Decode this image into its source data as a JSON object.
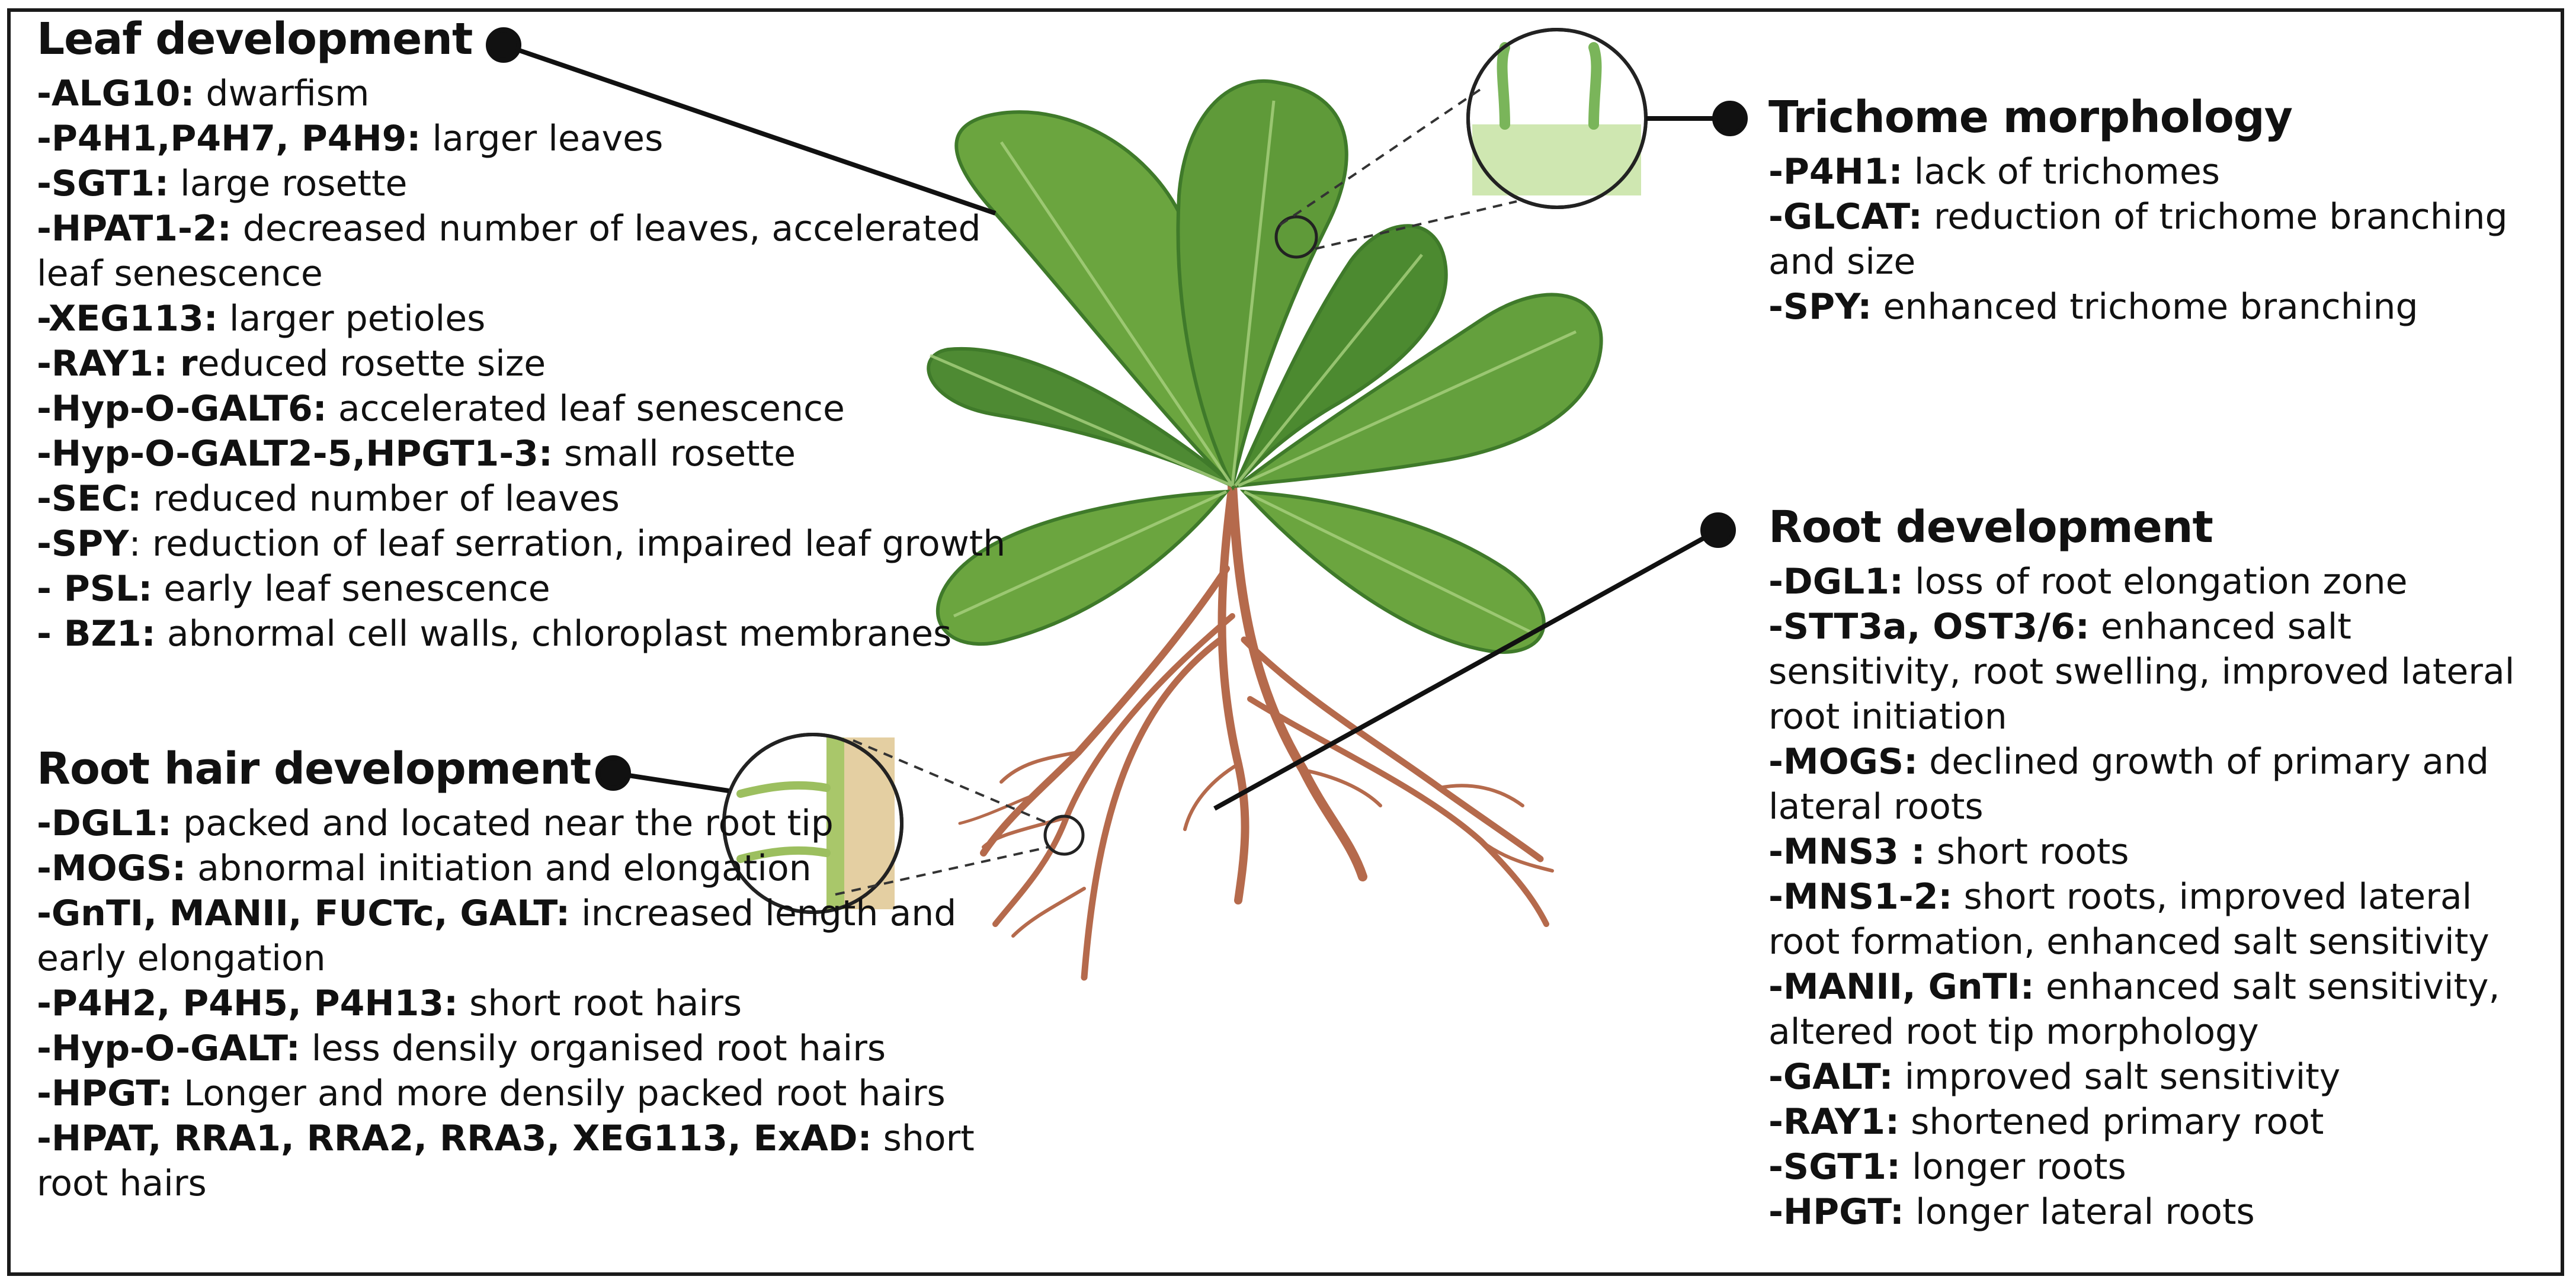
{
  "leaf": {
    "title": "Leaf development",
    "items": [
      {
        "gene": "-ALG10:",
        "desc": " dwarfism"
      },
      {
        "gene": "-P4H1,P4H7, P4H9:",
        "desc": " larger leaves"
      },
      {
        "gene": "-SGT1:",
        "desc": " large rosette"
      },
      {
        "gene": "-HPAT1-2:",
        "desc": " decreased number of leaves, accelerated leaf senescence"
      },
      {
        "gene": "-XEG113:",
        "desc": " larger petioles"
      },
      {
        "gene": "-RAY1: r",
        "desc": "educed rosette size"
      },
      {
        "gene": "-Hyp-O-GALT6:",
        "desc": " accelerated leaf senescence"
      },
      {
        "gene": "-Hyp-O-GALT2-5,HPGT1-3:",
        "desc": " small rosette"
      },
      {
        "gene": "-SEC:",
        "desc": " reduced number of leaves"
      },
      {
        "gene": "-SPY",
        "desc": ": reduction of leaf serration, impaired leaf growth"
      },
      {
        "gene": "- PSL:",
        "desc": " early leaf senescence"
      },
      {
        "gene": "- BZ1:",
        "desc": " abnormal cell walls, chloroplast membranes"
      }
    ]
  },
  "roothair": {
    "title": "Root hair development",
    "items": [
      {
        "gene": "-DGL1:",
        "desc": " packed  and located near the root tip"
      },
      {
        "gene": "-MOGS:",
        "desc": " abnormal initiation and elongation"
      },
      {
        "gene": "-GnTI, MANII, FUCTc, GALT:",
        "desc": " increased length and early elongation"
      },
      {
        "gene": "-P4H2, P4H5, P4H13:",
        "desc": " short root hairs"
      },
      {
        "gene": "-Hyp-O-GALT:",
        "desc": " less densily organised root hairs"
      },
      {
        "gene": "-HPGT:",
        "desc": " Longer and more densily packed root hairs"
      },
      {
        "gene": "-HPAT, RRA1, RRA2, RRA3, XEG113, ExAD:",
        "desc": " short root hairs"
      }
    ]
  },
  "trichome": {
    "title": "Trichome morphology",
    "items": [
      {
        "gene": "-P4H1:",
        "desc": " lack of trichomes"
      },
      {
        "gene": "-GLCAT:",
        "desc": " reduction of trichome branching and size"
      },
      {
        "gene": "-SPY:",
        "desc": " enhanced trichome branching"
      }
    ]
  },
  "root": {
    "title": "Root development",
    "items": [
      {
        "gene": "-DGL1:",
        "desc": "  loss of root elongation zone"
      },
      {
        "gene": "-STT3a, OST3/6:",
        "desc": " enhanced salt sensitivity, root swelling, improved lateral root initiation"
      },
      {
        "gene": "-MOGS:",
        "desc": " declined growth of primary and lateral roots"
      },
      {
        "gene": "-MNS3 :",
        "desc": " short roots"
      },
      {
        "gene": "-MNS1-2:",
        "desc": " short roots, improved lateral root formation, enhanced salt sensitivity"
      },
      {
        "gene": "-MANII, GnTI:",
        "desc": " enhanced salt sensitivity, altered root tip morphology"
      },
      {
        "gene": "-GALT:",
        "desc": " improved salt sensitivity"
      },
      {
        "gene": "-RAY1:",
        "desc": " shortened primary root"
      },
      {
        "gene": "-SGT1:",
        "desc": " longer roots"
      },
      {
        "gene": "-HPGT:",
        "desc": " longer lateral roots"
      }
    ]
  },
  "colors": {
    "leaf_fill": "#6ba53f",
    "leaf_dark": "#3f7a2a",
    "root": "#b56a4c",
    "trichome": "#7ab55a"
  }
}
